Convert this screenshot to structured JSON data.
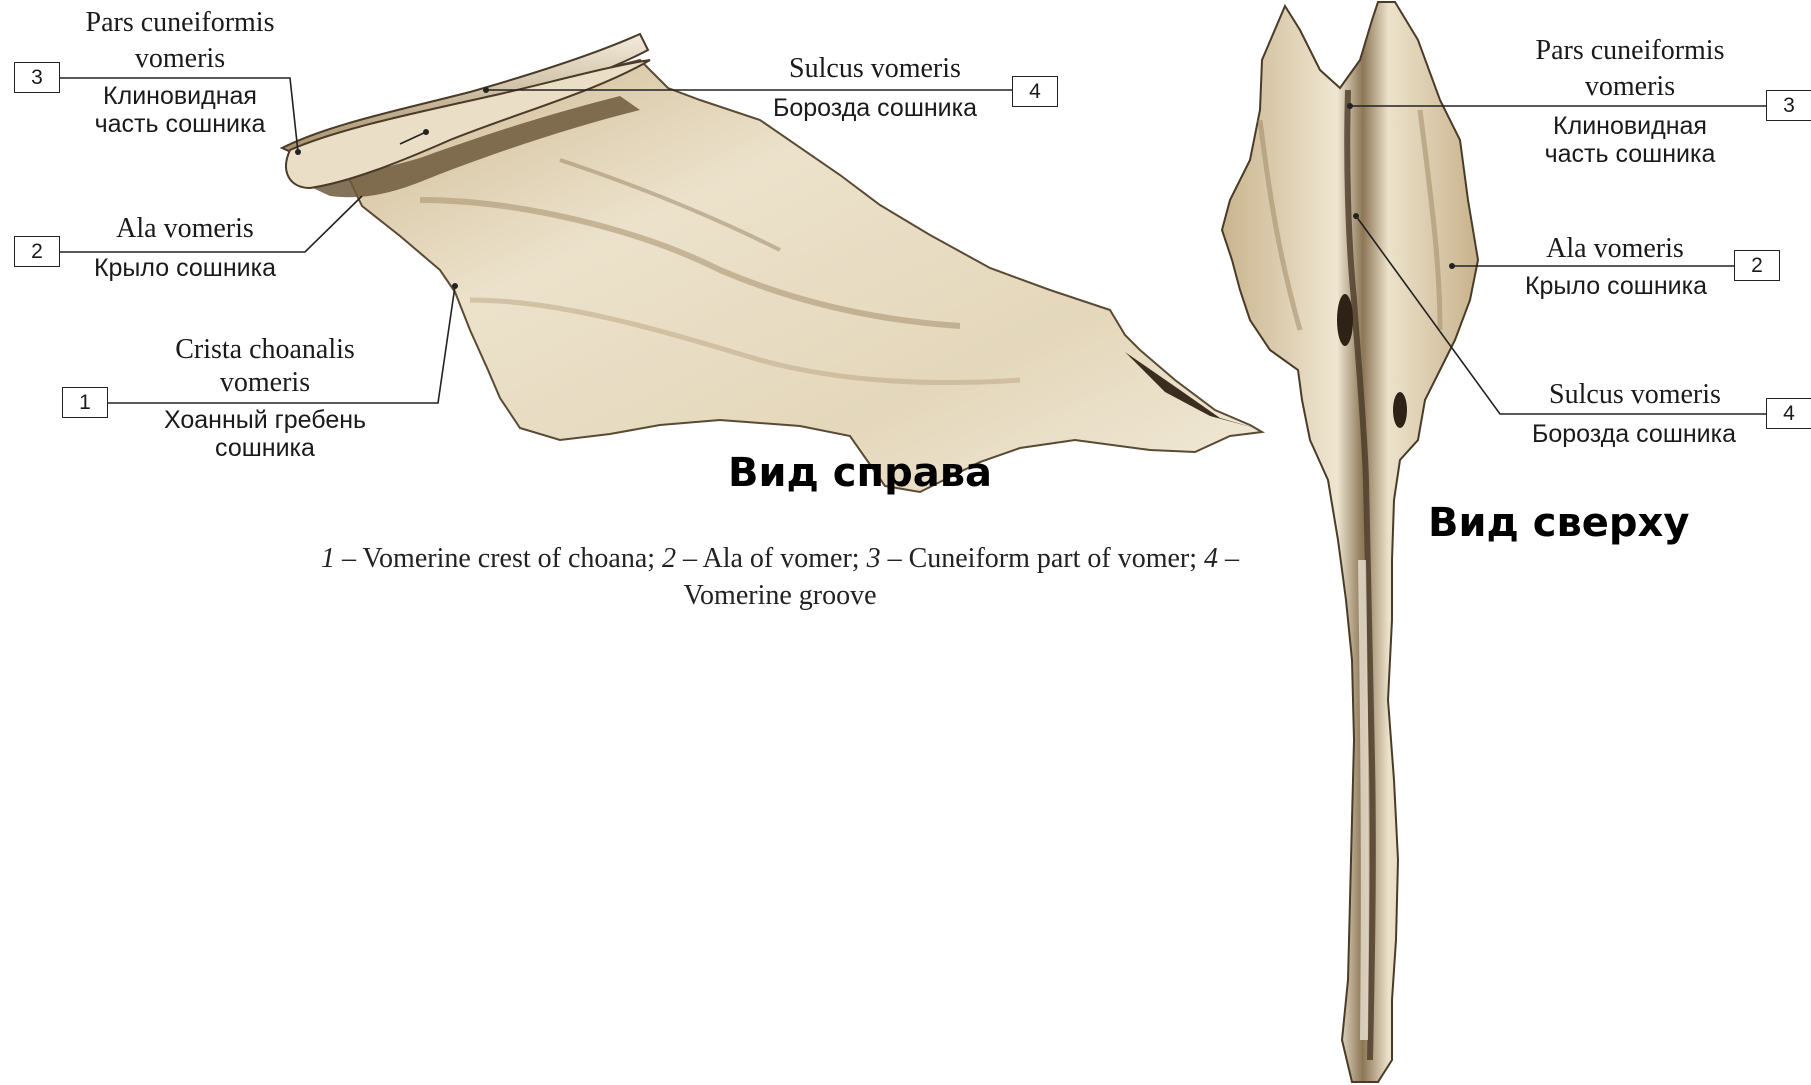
{
  "colors": {
    "bone_light": "#efe6d2",
    "bone_mid": "#d4c4a2",
    "bone_shadow": "#8c7656",
    "bone_dark": "#4a3a28",
    "leader_line": "#222222"
  },
  "side_view": {
    "title": "Вид справа",
    "labels": [
      {
        "number": "3",
        "latin_line1": "Pars cuneiformis",
        "latin_line2": "vomeris",
        "russian_line1": "Клиновидная",
        "russian_line2": "часть сошника"
      },
      {
        "number": "2",
        "latin_line1": "Ala vomeris",
        "russian_line1": "Крыло сошника"
      },
      {
        "number": "1",
        "latin_line1": "Crista choanalis",
        "latin_line2": "vomeris",
        "russian_line1": "Хоанный гребень",
        "russian_line2": "сошника"
      },
      {
        "number": "4",
        "latin_line1": "Sulcus vomeris",
        "russian_line1": "Борозда сошника"
      }
    ]
  },
  "top_view": {
    "title": "Вид сверху",
    "labels": [
      {
        "number": "3",
        "latin_line1": "Pars cuneiformis",
        "latin_line2": "vomeris",
        "russian_line1": "Клиновидная",
        "russian_line2": "часть сошника"
      },
      {
        "number": "2",
        "latin_line1": "Ala vomeris",
        "russian_line1": "Крыло сошника"
      },
      {
        "number": "4",
        "latin_line1": "Sulcus vomeris",
        "russian_line1": "Борозда сошника"
      }
    ]
  },
  "caption": {
    "items": [
      {
        "num": "1",
        "text": " – Vomerine crest of choana; "
      },
      {
        "num": "2",
        "text": " – Ala of vomer; "
      },
      {
        "num": "3",
        "text": " – Cuneiform part of vomer; "
      },
      {
        "num": "4",
        "text": " – Vomerine groove"
      }
    ]
  }
}
